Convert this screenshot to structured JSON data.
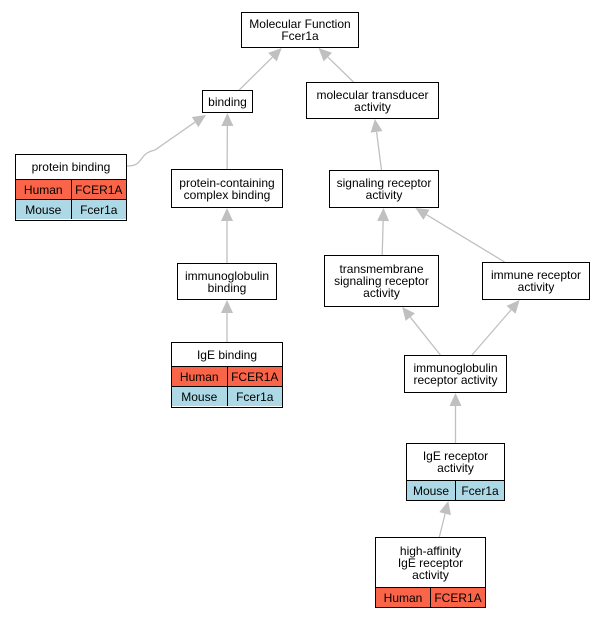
{
  "nodes": {
    "molecular_function": {
      "label": "Molecular Function\nFcer1a"
    },
    "binding": {
      "label": "binding"
    },
    "molecular_transducer": {
      "label": "molecular transducer\nactivity"
    },
    "protein_binding": {
      "label": "protein binding",
      "rows": [
        {
          "species": "Human",
          "gene": "FCER1A"
        },
        {
          "species": "Mouse",
          "gene": "Fcer1a"
        }
      ]
    },
    "protein_complex_binding": {
      "label": "protein-containing\ncomplex binding"
    },
    "signaling_receptor": {
      "label": "signaling receptor\nactivity"
    },
    "immunoglobulin_binding": {
      "label": "immunoglobulin\nbinding"
    },
    "transmembrane_signaling": {
      "label": "transmembrane\nsignaling receptor\nactivity"
    },
    "immune_receptor": {
      "label": "immune receptor\nactivity"
    },
    "ige_binding": {
      "label": "IgE binding",
      "rows": [
        {
          "species": "Human",
          "gene": "FCER1A"
        },
        {
          "species": "Mouse",
          "gene": "Fcer1a"
        }
      ]
    },
    "immunoglobulin_receptor": {
      "label": "immunoglobulin\nreceptor activity"
    },
    "ige_receptor": {
      "label": "IgE receptor\nactivity",
      "rows": [
        {
          "species": "Mouse",
          "gene": "Fcer1a"
        }
      ]
    },
    "high_affinity_ige_receptor": {
      "label": "high-affinity\nIgE receptor\nactivity",
      "rows": [
        {
          "species": "Human",
          "gene": "FCER1A"
        }
      ]
    }
  },
  "edges": [
    [
      "binding",
      "molecular_function"
    ],
    [
      "molecular_transducer",
      "molecular_function"
    ],
    [
      "protein_binding",
      "binding"
    ],
    [
      "protein_complex_binding",
      "binding"
    ],
    [
      "signaling_receptor",
      "molecular_transducer"
    ],
    [
      "immunoglobulin_binding",
      "protein_complex_binding"
    ],
    [
      "ige_binding",
      "immunoglobulin_binding"
    ],
    [
      "transmembrane_signaling",
      "signaling_receptor"
    ],
    [
      "immune_receptor",
      "signaling_receptor"
    ],
    [
      "immunoglobulin_receptor",
      "transmembrane_signaling"
    ],
    [
      "immunoglobulin_receptor",
      "immune_receptor"
    ],
    [
      "ige_receptor",
      "immunoglobulin_receptor"
    ],
    [
      "high_affinity_ige_receptor",
      "ige_receptor"
    ]
  ],
  "colors": {
    "human": "#fa6448",
    "mouse": "#add8e6",
    "edge": "#c0c0c0"
  }
}
